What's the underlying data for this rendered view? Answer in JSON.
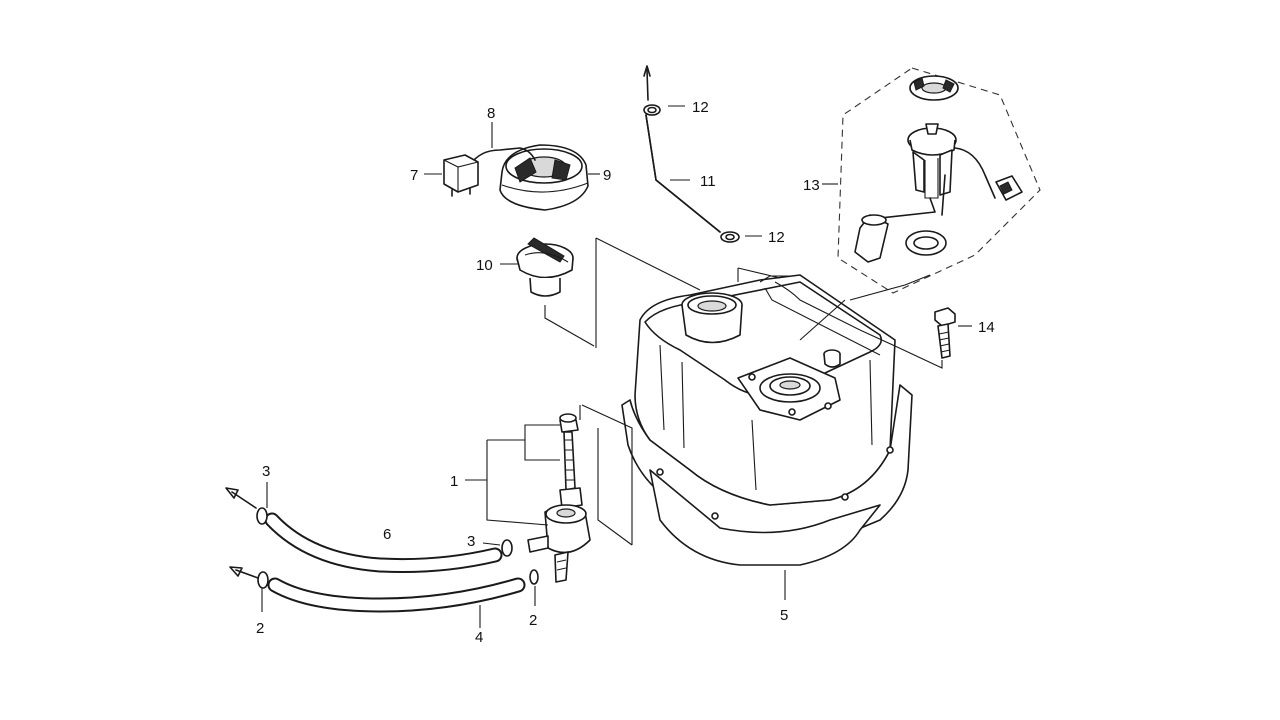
{
  "callouts": {
    "c1": "1",
    "c2a": "2",
    "c2b": "2",
    "c3a": "3",
    "c3b": "3",
    "c4": "4",
    "c5": "5",
    "c6": "6",
    "c7": "7",
    "c8": "8",
    "c9": "9",
    "c10": "10",
    "c11": "11",
    "c12a": "12",
    "c12b": "12",
    "c13": "13",
    "c14": "14"
  }
}
